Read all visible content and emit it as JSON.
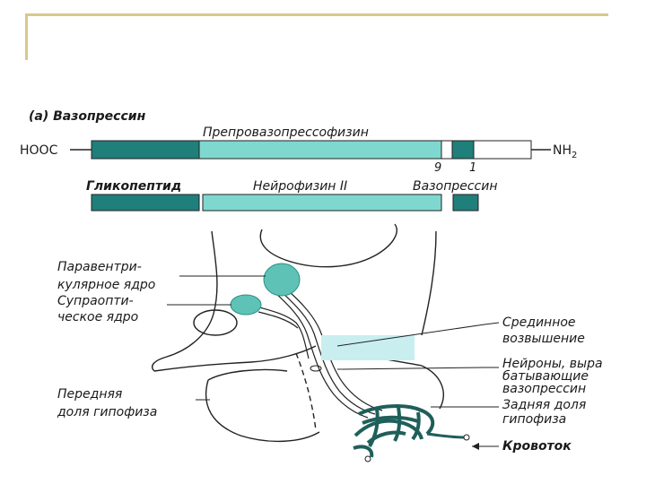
{
  "panel_title": "(a) Вазопрессин",
  "precursor_label": "Препровазопрессофизин",
  "end_left": "HOOC",
  "end_right": "NH",
  "end_right_sub": "2",
  "marker_9": "9",
  "marker_1": "1",
  "segments": {
    "glycopeptide": "Гликопептид",
    "neurophysin": "Нейрофизин II",
    "vasopressin": "Вазопрессин"
  },
  "labels": {
    "paraventricular_1": "Паравентри-",
    "paraventricular_2": "кулярное ядро",
    "supraoptic_1": "Супраопти-",
    "supraoptic_2": "ческое ядро",
    "median_1": "Срединное",
    "median_2": "возвышение",
    "neurons_1": "Нейроны, выра",
    "neurons_2": "батывающие",
    "neurons_3": "вазопрессин",
    "posterior_1": "Задняя доля",
    "posterior_2": "гипофиза",
    "anterior_1": "Передняя",
    "anterior_2": "доля гипофиза",
    "blood_flow": "Кровоток"
  },
  "colors": {
    "dark_teal": "#1f7f7a",
    "light_teal": "#7fd8cf",
    "highlight": "#c8eef0",
    "frame": "#d8c88a"
  }
}
